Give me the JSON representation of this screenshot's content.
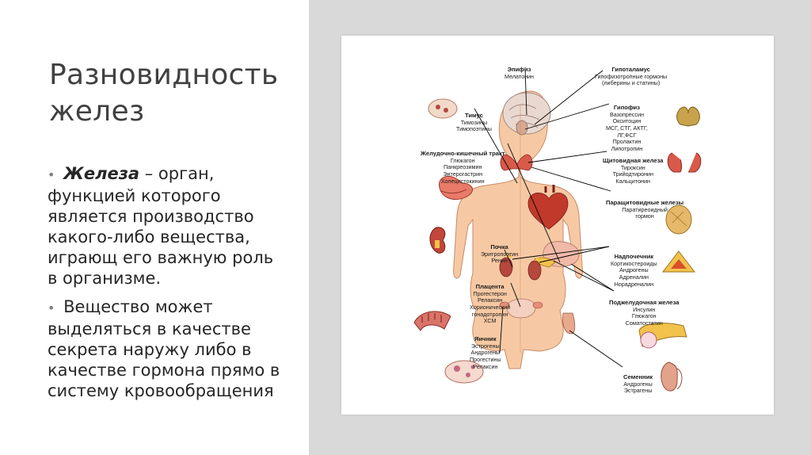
{
  "slide": {
    "title": "Разновидность желез",
    "bullets": [
      {
        "term": "Железа",
        "text": " – орган, функцией которого является производство какого-либо вещества, играющ его важную роль в организме."
      },
      {
        "term": "",
        "text": "Вещество может выделяться в качестве секрета наружу либо в качестве гормона прямо в систему кровообращения"
      }
    ]
  },
  "diagram": {
    "labels": {
      "epiphysis": {
        "name": "Эпифиз",
        "items": "Мелатонин"
      },
      "hypothalamus": {
        "name": "Гипоталамус",
        "items": "Гипофизотропные гормоны\n(либерины и статины)"
      },
      "thymus": {
        "name": "Тимус",
        "items": "Тимозины\nТимопоэтины"
      },
      "hypophysis": {
        "name": "Гипофиз",
        "items": "Вазопрессин\nОкситоцин\nМСГ, СТГ, АКТГ,\nЛГ,ФСГ\nПролактин\nЛипотропин"
      },
      "gi_tract": {
        "name": "Желудочно-кишечный тракт",
        "items": "Глюкагон\nПанкреозимин\nЭнтерогастрин\nХолецистокинин"
      },
      "thyroid": {
        "name": "Щитовидная железа",
        "items": "Тироксин\nТрийодтиронин\nКальцитонин"
      },
      "parathyroid": {
        "name": "Паращитовидные железы",
        "items": "Паратиреоидный\nгормон"
      },
      "kidney": {
        "name": "Почка",
        "items": "Эритропоэтин\nРенин"
      },
      "adrenal": {
        "name": "Надпочечник",
        "items": "Кортикостероиды\nАндрогены\nАдреналин\nНорадреналин"
      },
      "placenta": {
        "name": "Плацента",
        "items": "Прогестерон\nРелаксин\nХорионический\nгонадотропин\nХСМ"
      },
      "pancreas": {
        "name": "Поджелудочная железа",
        "items": "Инсулин\nГлюкагон\nСоматостатин"
      },
      "ovary": {
        "name": "Яичник",
        "items": "Эстрогены\nАндрогены\nПрогестины\nРелаксин"
      },
      "testis": {
        "name": "Семенник",
        "items": "Андрогены\nЭстрагены"
      }
    }
  }
}
